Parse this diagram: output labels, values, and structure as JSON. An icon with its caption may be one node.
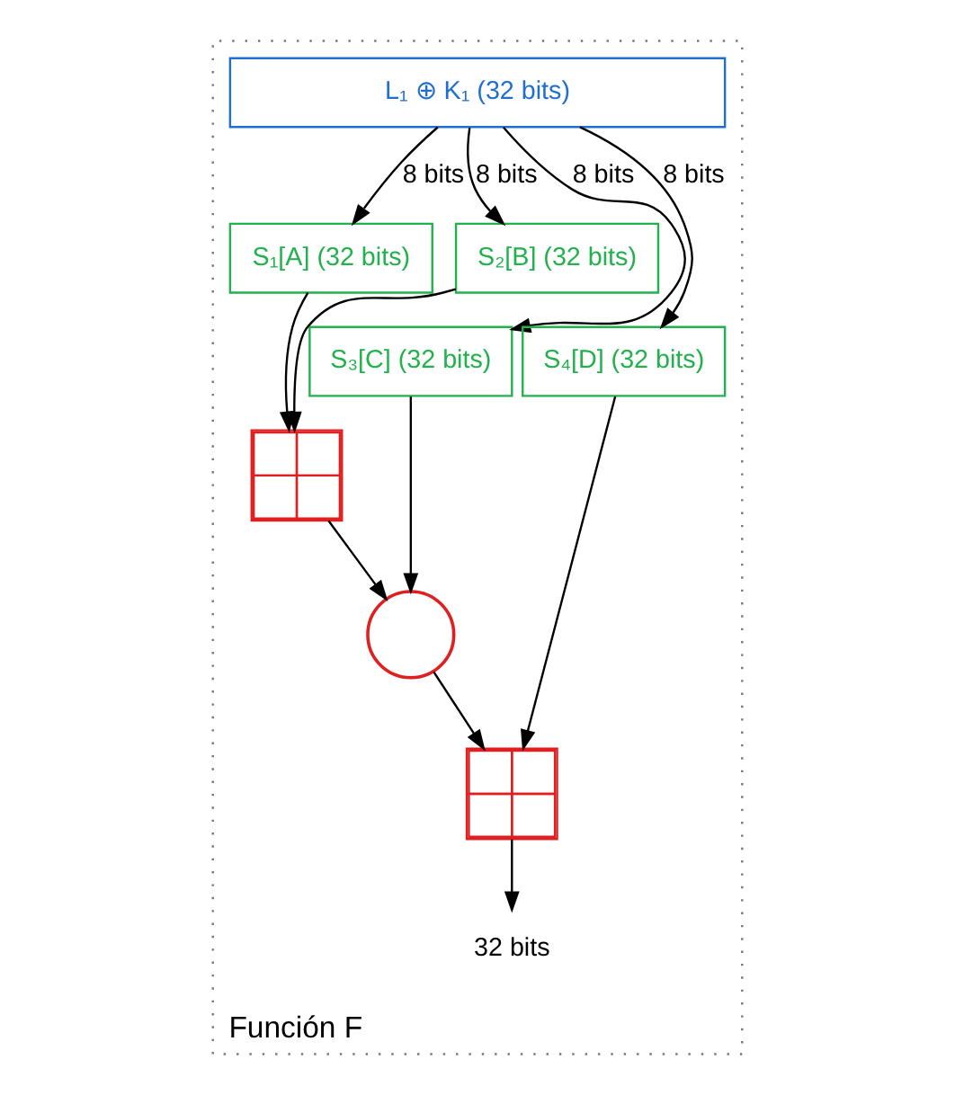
{
  "diagram": {
    "nodes": [
      {
        "text": [
          "Función F"
        ]
      },
      {
        "text": [
          "L₁ ⊕ K₁ (32 bits)"
        ],
        "in": 0
      },
      {
        "text": [
          "S₁[A] (32 bits)"
        ],
        "in": 0
      },
      {
        "text": [
          "S₂[B] (32 bits)"
        ],
        "in": 0
      },
      {
        "text": [
          "S₃[C] (32 bits)"
        ],
        "in": 0
      },
      {
        "text": [
          "S₄[D] (32 bits)"
        ],
        "in": 0
      },
      {
        "text": [],
        "shape": "box",
        "in": 0
      },
      {
        "text": [],
        "shape": "circle",
        "in": 0
      },
      {
        "text": [],
        "shape": "box",
        "in": 0
      },
      {
        "text": [
          "32 bits"
        ],
        "in": 0
      }
    ],
    "edges": [
      {
        "from": 1,
        "to": 2,
        "arrow": "to",
        "label": "8 bits"
      },
      {
        "from": 1,
        "to": 3,
        "arrow": "to",
        "label": "8 bits"
      },
      {
        "from": 1,
        "to": 4,
        "arrow": "to",
        "label": "8 bits"
      },
      {
        "from": 1,
        "to": 5,
        "arrow": "to",
        "label": "8 bits"
      },
      {
        "from": 2,
        "to": 6,
        "arrow": "to"
      },
      {
        "from": 3,
        "to": 6,
        "arrow": "to"
      },
      {
        "from": 6,
        "to": 7,
        "arrow": "to"
      },
      {
        "from": 4,
        "to": 7,
        "arrow": "to"
      },
      {
        "from": 7,
        "to": 8,
        "arrow": "to"
      },
      {
        "from": 5,
        "to": 8,
        "arrow": "to"
      },
      {
        "from": 8,
        "to": 9,
        "arrow": "to"
      }
    ]
  }
}
